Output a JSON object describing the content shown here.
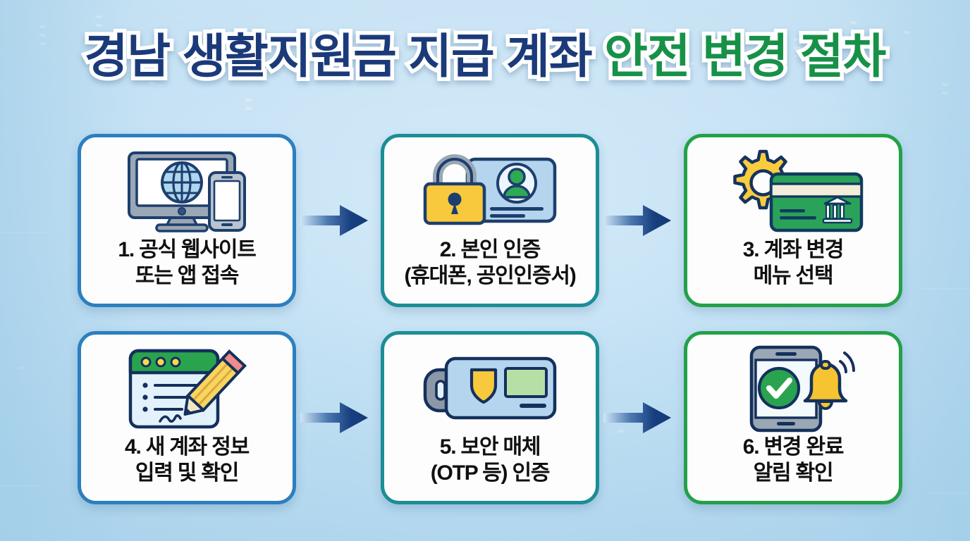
{
  "title": {
    "segment_navy": "경남 생활지원금 지급 계좌",
    "segment_green": "안전 변경 절차",
    "full": "경남 생활지원금 지급 계좌 안전 변경 절차"
  },
  "colors": {
    "title_navy": "#1b3a7a",
    "title_green": "#179148",
    "accent_blue": "#2b7fc0",
    "accent_teal": "#1c8d95",
    "accent_green": "#23a148",
    "arrow_dark": "#173f7f",
    "arrow_light": "#cfe6f6",
    "background": "#c9e4f6",
    "card_background": "#fdfdfd",
    "label_text": "#101010",
    "icon_yellow": "#f8c93c",
    "icon_green": "#2aa34f",
    "icon_gray": "#8d98a5",
    "icon_outline": "#14305c"
  },
  "steps": [
    {
      "number": "1.",
      "line1": "1. 공식 웹사이트",
      "line2": "또는 앱 접속",
      "icon": "monitor-globe-smartphone-icon",
      "accent": "blue"
    },
    {
      "number": "2.",
      "line1": "2. 본인 인증",
      "line2": "(휴대폰, 공인인증서)",
      "icon": "padlock-id-card-icon",
      "accent": "teal"
    },
    {
      "number": "3.",
      "line1": "3. 계좌 변경",
      "line2": "메뉴 선택",
      "icon": "gear-bank-card-icon",
      "accent": "green"
    },
    {
      "number": "4.",
      "line1": "4. 새 계좌 정보",
      "line2": "입력 및 확인",
      "icon": "form-pencil-icon",
      "accent": "blue"
    },
    {
      "number": "5.",
      "line1": "5. 보안 매체",
      "line2": "(OTP 등) 인증",
      "icon": "otp-token-shield-icon",
      "accent": "teal"
    },
    {
      "number": "6.",
      "line1": "6. 변경 완료",
      "line2": "알림 확인",
      "icon": "smartphone-check-bell-icon",
      "accent": "green"
    }
  ],
  "arrows": [
    {
      "name": "arrow-step1-to-step2",
      "direction": "right"
    },
    {
      "name": "arrow-step2-to-step3",
      "direction": "right"
    },
    {
      "name": "arrow-step4-to-step5",
      "direction": "right"
    },
    {
      "name": "arrow-step5-to-step6",
      "direction": "right"
    }
  ]
}
